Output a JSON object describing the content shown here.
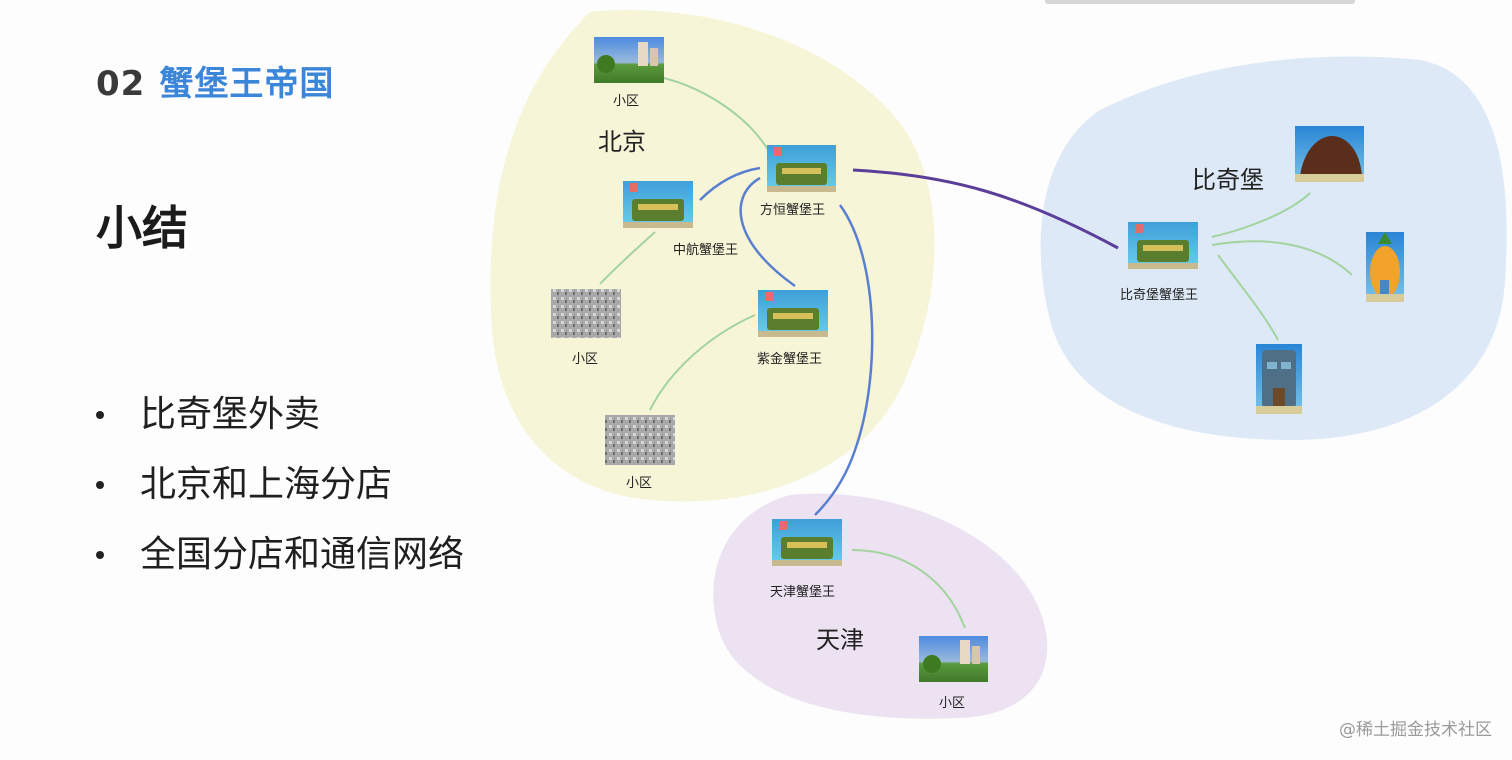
{
  "header": {
    "number": "02",
    "title": "蟹堡王帝国"
  },
  "subtitle": "小结",
  "bullets": [
    "比奇堡外卖",
    "北京和上海分店",
    "全国分店和通信网络"
  ],
  "regions": {
    "beijing": {
      "label": "北京",
      "color": "#f7f5d8"
    },
    "bikini": {
      "label": "比奇堡",
      "color": "#dde9f7"
    },
    "tianjin": {
      "label": "天津",
      "color": "#ece2f1"
    }
  },
  "nodes": {
    "bj_community_top": "小区",
    "fangheng": "方恒蟹堡王",
    "zhonghang": "中航蟹堡王",
    "bj_community_mid": "小区",
    "zijin": "紫金蟹堡王",
    "bj_community_bottom": "小区",
    "bikini_store": "比奇堡蟹堡王",
    "tianjin_store": "天津蟹堡王",
    "tj_community": "小区"
  },
  "colors": {
    "local_link": "#a3d39f",
    "city_link": "#5b7fd0",
    "long_link": "#5b3d9a"
  },
  "watermark": "@稀土掘金技术社区"
}
